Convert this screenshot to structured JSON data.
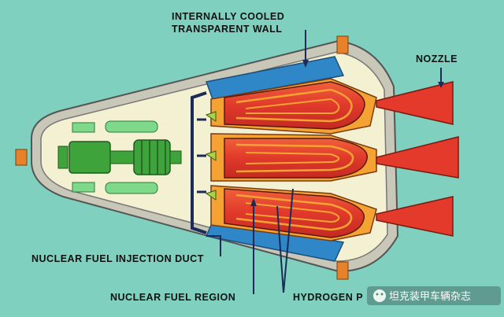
{
  "labels": {
    "wall_line1": "INTERNALLY COOLED",
    "wall_line2": "TRANSPARENT WALL",
    "nozzle": "NOZZLE",
    "injection_duct": "NUCLEAR FUEL INJECTION DUCT",
    "fuel_region": "NUCLEAR FUEL REGION",
    "hydrogen": "HYDROGEN P"
  },
  "watermark": {
    "text": "坦克装甲车辆杂志",
    "icon": "wechat-icon"
  },
  "colors": {
    "background": "#7fd0bf",
    "hull": "#f4f0d2",
    "chamber_red": "#e0392b",
    "fuel_orange": "#f4a332",
    "wall_blue": "#2f87c8",
    "machinery_green": "#3ea33a",
    "tank_green": "#7fd98a",
    "nozzle_red": "#e43a2c"
  }
}
